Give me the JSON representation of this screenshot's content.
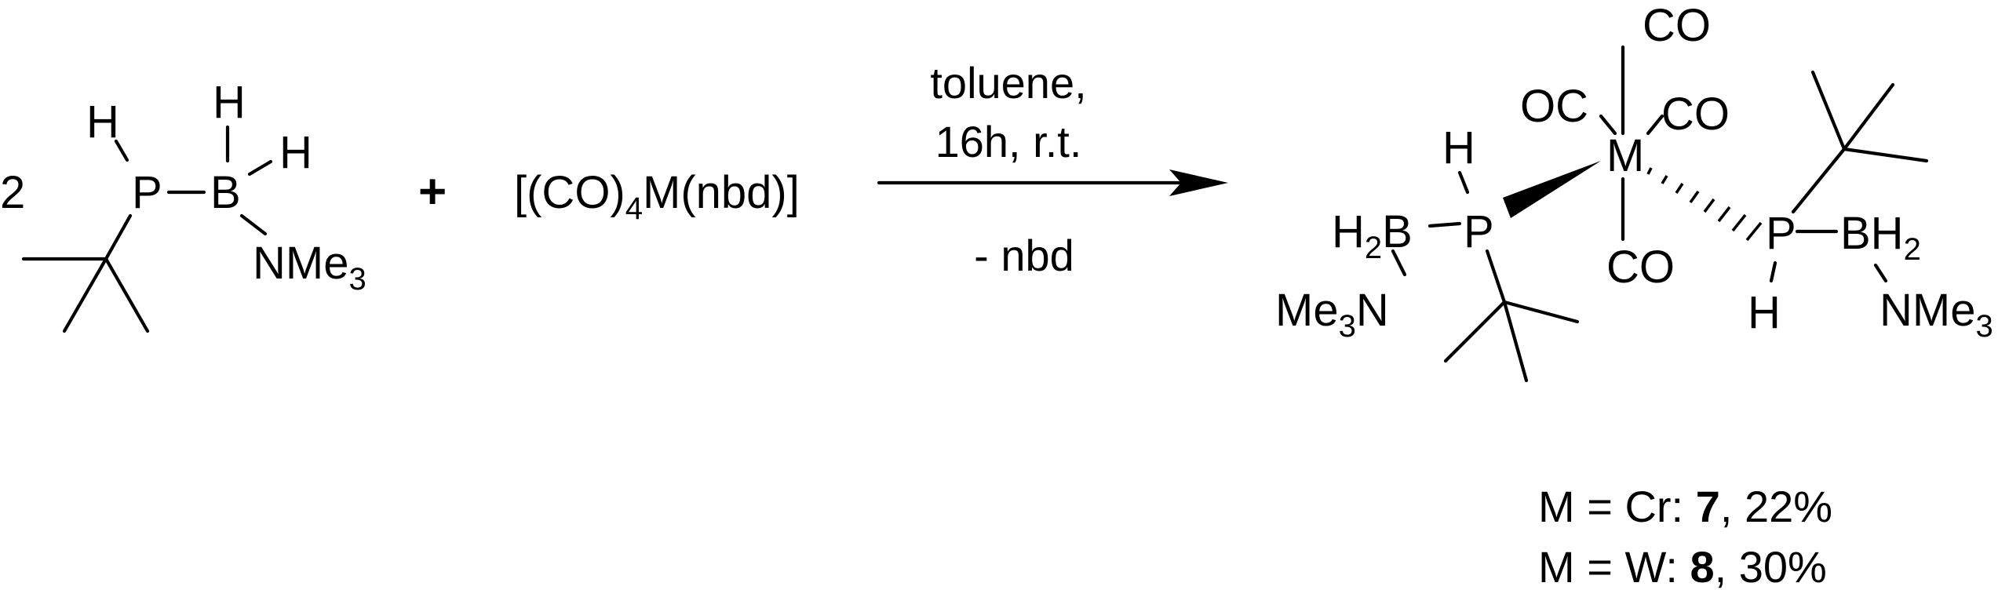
{
  "reagent": {
    "coefficient": "2",
    "atoms": {
      "H1": "H",
      "P": "P",
      "B": "B",
      "H2": "H",
      "H3": "H",
      "N": "NMe",
      "N_sub": "3"
    }
  },
  "plus": "+",
  "complex": {
    "pre": "[(CO)",
    "sub": "4",
    "post": "M(nbd)]"
  },
  "conditions": {
    "line1": "toluene,",
    "line2": "16h, r.t.",
    "below": "-  nbd"
  },
  "product": {
    "co_top": "CO",
    "oc_left": "OC",
    "co_right": "CO",
    "metal": "M",
    "co_bottom": "CO",
    "left": {
      "H": "H",
      "H2B_pre": "H",
      "H2B_sub": "2",
      "H2B_post": "B",
      "P": "P",
      "N_pre": "Me",
      "N_sub": "3",
      "N_post": "N"
    },
    "right": {
      "P": "P",
      "BH2_pre": "BH",
      "BH2_sub": "2",
      "H": "H",
      "N_pre": "NMe",
      "N_sub": "3"
    }
  },
  "yields": [
    {
      "pre": "M = Cr: ",
      "num": "7",
      "post": ", 22%"
    },
    {
      "pre": "M = W: ",
      "num": "8",
      "post": ", 30%"
    }
  ]
}
